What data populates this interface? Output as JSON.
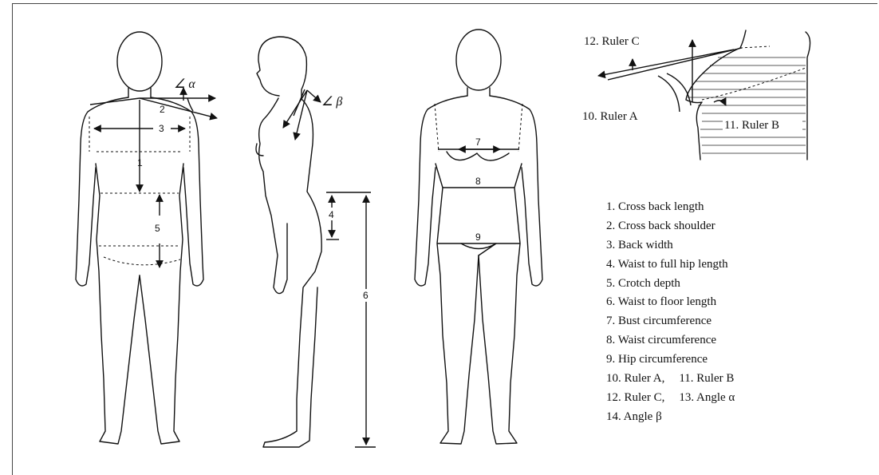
{
  "numbers": {
    "n1": "1",
    "n2": "2",
    "n3": "3",
    "n4": "4",
    "n5": "5",
    "n6": "6",
    "n7": "7",
    "n8": "8",
    "n9": "9"
  },
  "angle_alpha_label": "∠ α",
  "angle_beta_label": "∠ β",
  "ruler_labels": {
    "ruler_c": "12. Ruler C",
    "ruler_a": "10. Ruler A",
    "ruler_b": "11. Ruler B"
  },
  "legend": {
    "item1": "1. Cross back length",
    "item2": "2. Cross back shoulder",
    "item3": "3. Back width",
    "item4": "4. Waist to full hip length",
    "item5": "5. Crotch depth",
    "item6": "6. Waist to floor length",
    "item7": "7. Bust circumference",
    "item8": "8. Waist circumference",
    "item9": "9. Hip circumference",
    "item10": "10. Ruler A,",
    "item11": "11. Ruler B",
    "item12": "12. Ruler C,",
    "item13": "13. Angle α",
    "item14": "14. Angle β"
  }
}
